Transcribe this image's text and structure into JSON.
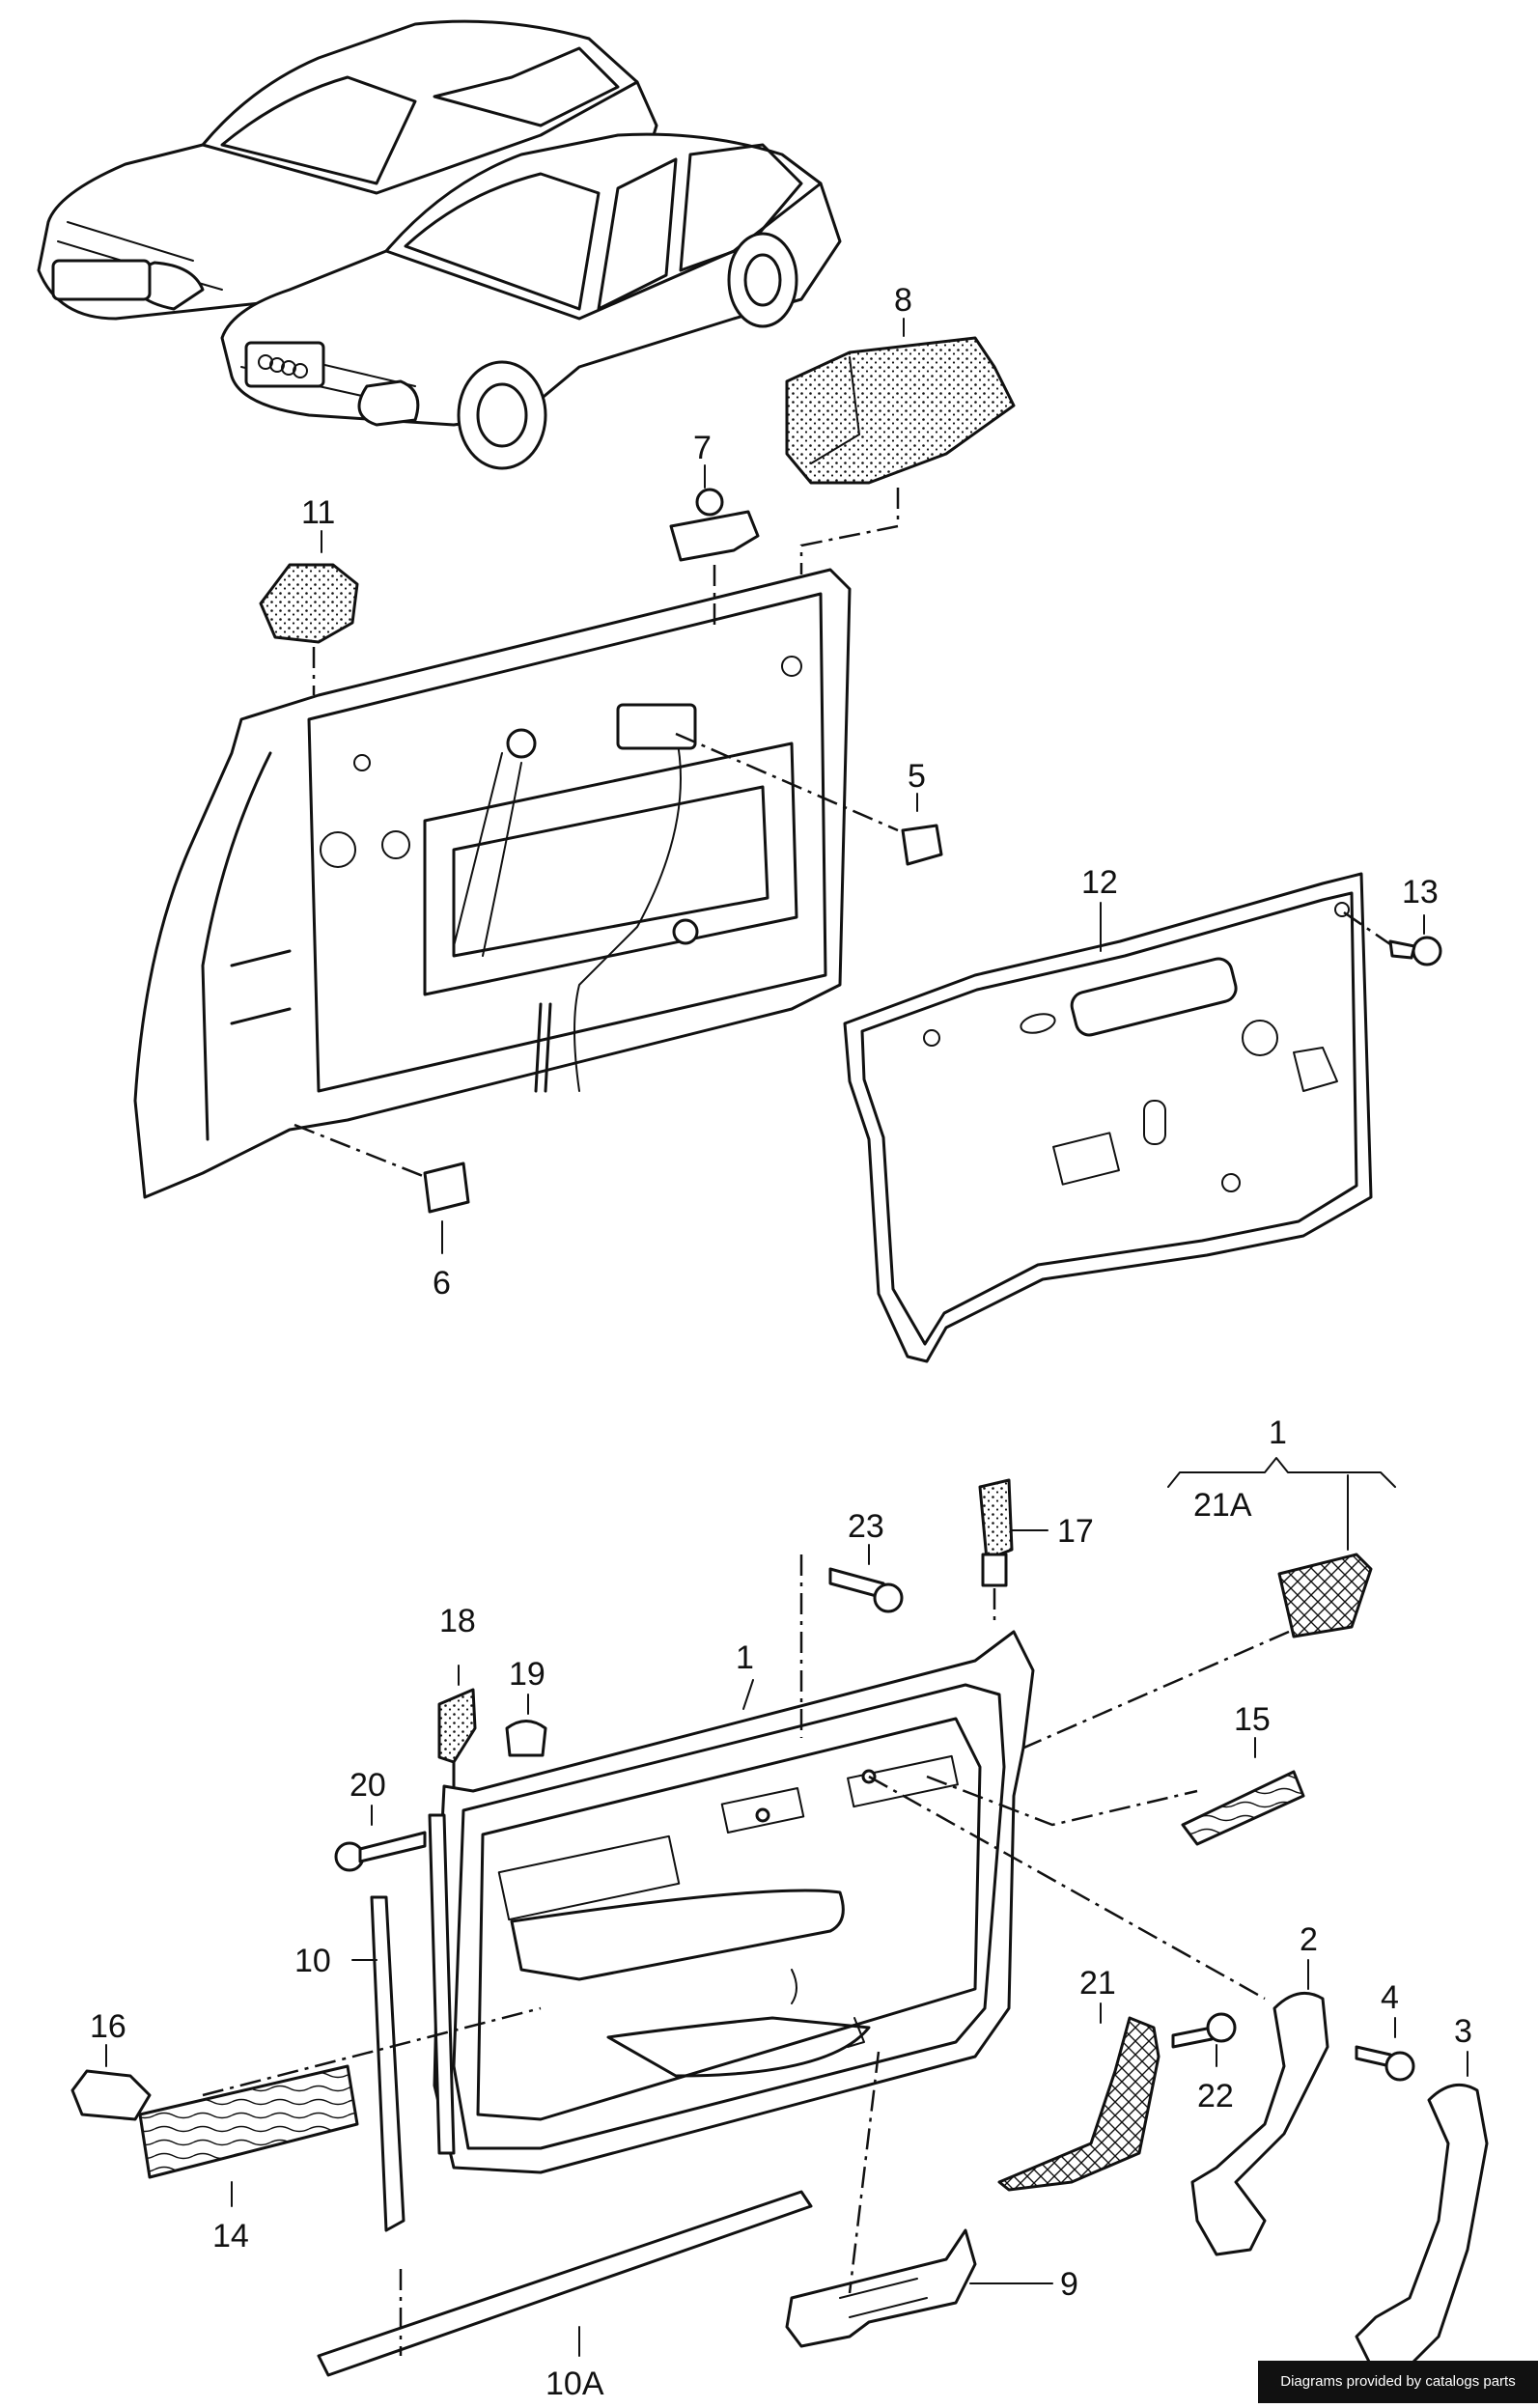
{
  "credit": "Diagrams provided by catalogs parts",
  "labels": {
    "p8": "8",
    "p7": "7",
    "p11": "11",
    "p5": "5",
    "p6": "6",
    "p12": "12",
    "p13": "13",
    "p1_top": "1",
    "p21A": "21A",
    "p23": "23",
    "p17": "17",
    "p18": "18",
    "p19": "19",
    "p1_panel": "1",
    "p15": "15",
    "p20": "20",
    "p10": "10",
    "p16": "16",
    "p14": "14",
    "p2": "2",
    "p4": "4",
    "p3": "3",
    "p21": "21",
    "p22": "22",
    "p9": "9",
    "p10A": "10A"
  }
}
